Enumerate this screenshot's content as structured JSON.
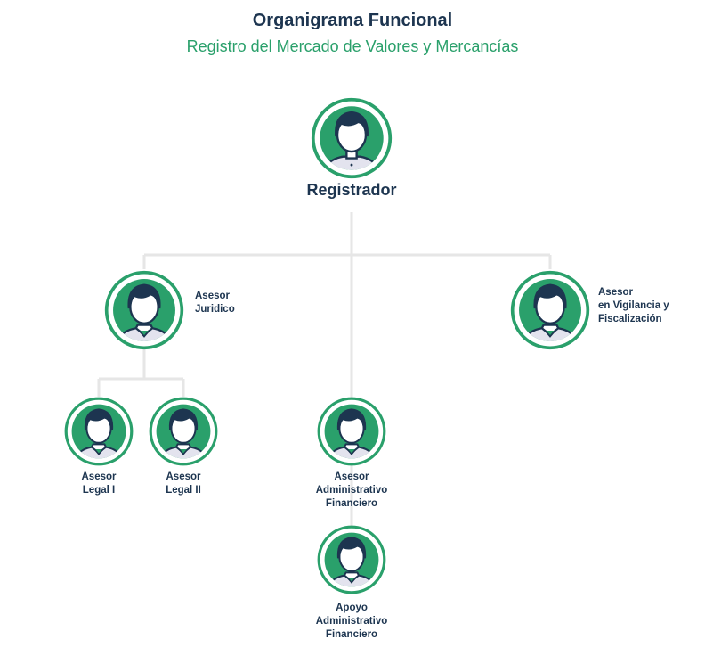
{
  "header": {
    "title": "Organigrama Funcional",
    "subtitle": "Registro del Mercado de Valores y Mercancías"
  },
  "nodes": {
    "registrador": {
      "label": "Registrador"
    },
    "asesor_juridico": {
      "lines": [
        "Asesor",
        "Juridico"
      ]
    },
    "asesor_vigilancia": {
      "lines": [
        "Asesor",
        "en Vigilancia y",
        "Fiscalización"
      ]
    },
    "asesor_legal_1": {
      "lines": [
        "Asesor",
        "Legal I"
      ]
    },
    "asesor_legal_2": {
      "lines": [
        "Asesor",
        "Legal II"
      ]
    },
    "asesor_admin": {
      "lines": [
        "Asesor",
        "Administrativo",
        "Financiero"
      ]
    },
    "apoyo_admin": {
      "lines": [
        "Apoyo",
        "Administrativo",
        "Financiero"
      ]
    }
  },
  "colors": {
    "accent_green": "#2aa06b",
    "navy": "#1d3550",
    "connector": "#e6e6e6",
    "shirt": "#e3e3ee"
  }
}
